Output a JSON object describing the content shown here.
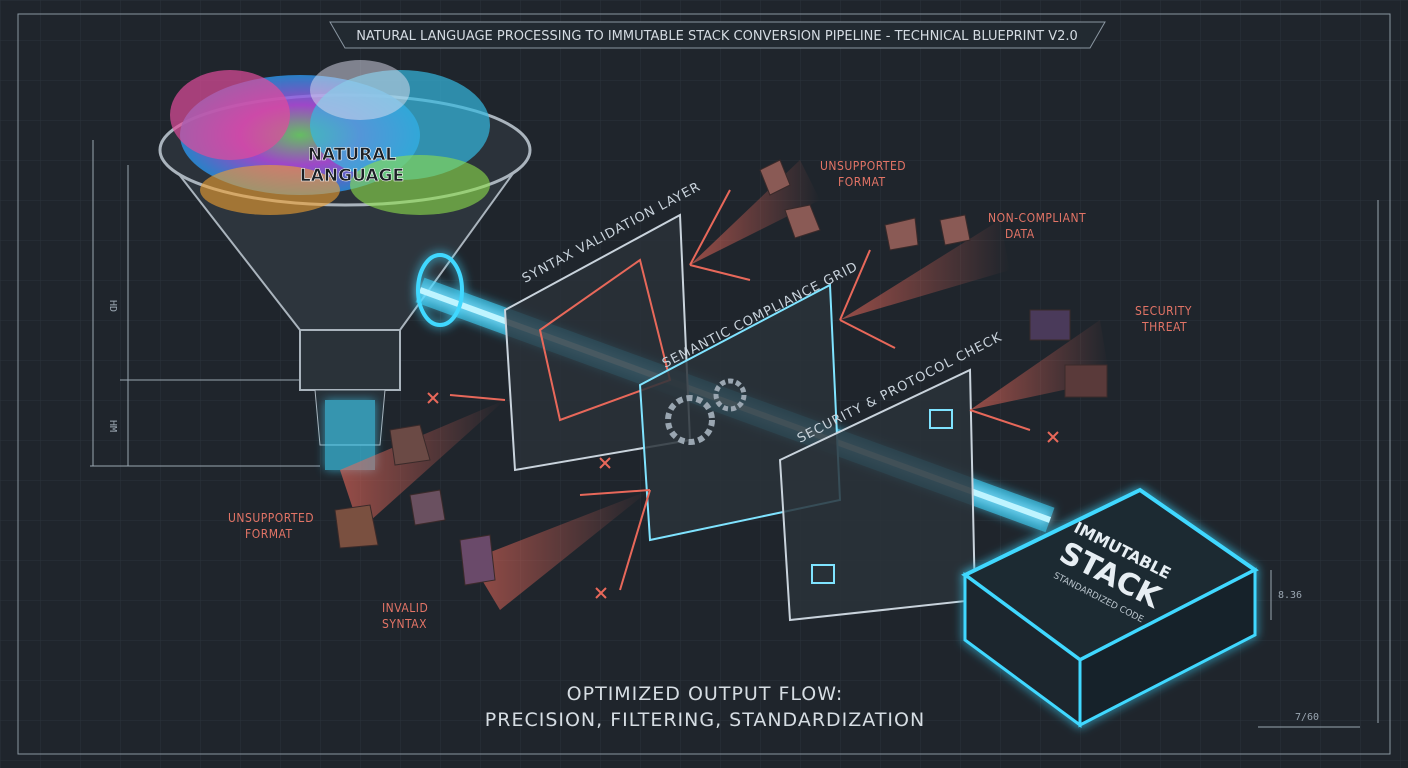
{
  "title": "NATURAL LANGUAGE PROCESSING TO IMMUTABLE STACK CONVERSION PIPELINE - TECHNICAL BLUEPRINT V2.0",
  "funnel": {
    "label_line1": "NATURAL",
    "label_line2": "LANGUAGE"
  },
  "layers": [
    {
      "label": "SYNTAX VALIDATION LAYER"
    },
    {
      "label": "SEMANTIC COMPLIANCE GRID"
    },
    {
      "label": "SECURITY & PROTOCOL CHECK"
    }
  ],
  "rejections": [
    {
      "line1": "UNSUPPORTED",
      "line2": "FORMAT"
    },
    {
      "line1": "NON-COMPLIANT",
      "line2": "DATA"
    },
    {
      "line1": "SECURITY",
      "line2": "THREAT"
    },
    {
      "line1": "UNSUPPORTED",
      "line2": "FORMAT"
    },
    {
      "line1": "INVALID",
      "line2": "SYNTAX"
    }
  ],
  "output": {
    "line1": "IMMUTABLE",
    "line2": "STACK",
    "subtitle": "STANDARDIZED CODE"
  },
  "footer": {
    "line1": "OPTIMIZED OUTPUT FLOW:",
    "line2": "PRECISION, FILTERING, STANDARDIZATION"
  },
  "dimensions": {
    "d1": "HD",
    "d2": "HM",
    "d3": "8.36",
    "d4": "7/60"
  },
  "colors": {
    "background": "#1f252c",
    "glow": "#3fd8ff",
    "reject": "#e8685a",
    "text": "#c9d3dc"
  }
}
